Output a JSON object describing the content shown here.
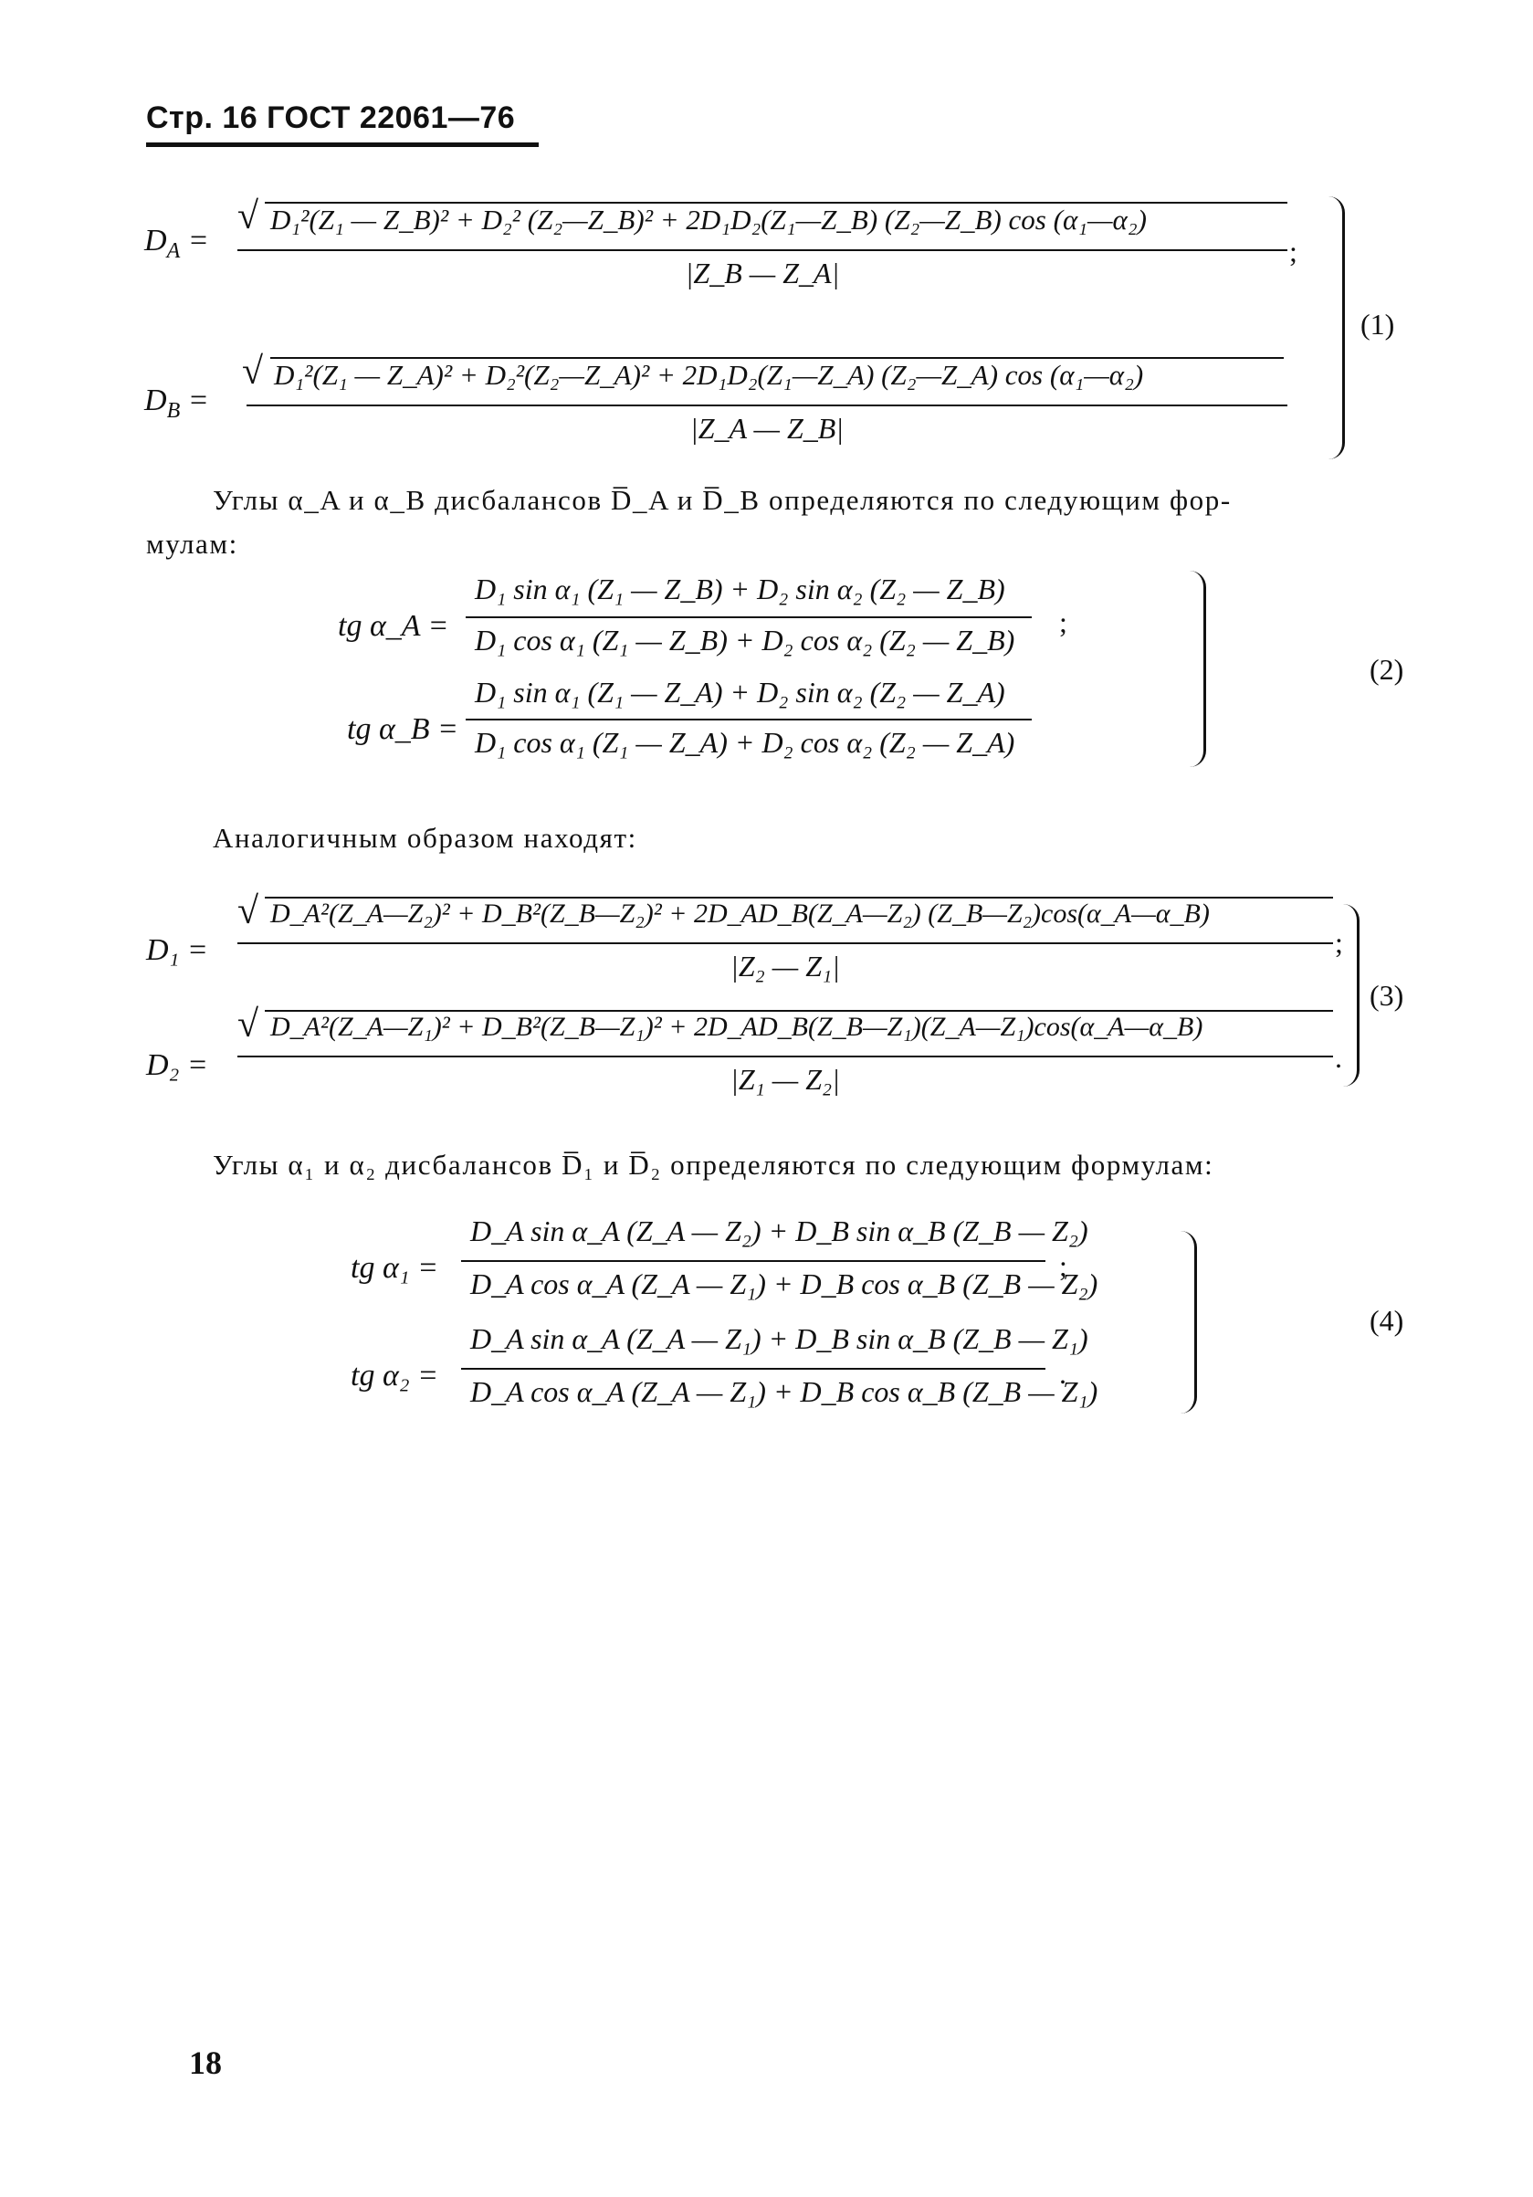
{
  "header": {
    "text": "Стр. 16 ГОСТ 22061—76"
  },
  "eq1": {
    "lhs_a": "D",
    "lhs_a_sub": "A",
    "num_a": "D₁²(Z₁ — Z_B)² + D₂² (Z₂—Z_B)² + 2D₁D₂(Z₁—Z_B) (Z₂—Z_B) cos (α₁—α₂)",
    "den_a": "|Z_B — Z_A|",
    "lhs_b": "D",
    "lhs_b_sub": "B",
    "num_b": "D₁²(Z₁ — Z_A)² + D₂²(Z₂—Z_A)² + 2D₁D₂(Z₁—Z_A) (Z₂—Z_A) cos (α₁—α₂)",
    "den_b": "|Z_A — Z_B|",
    "number": "(1)"
  },
  "text1": {
    "line1": "Углы α_A и α_B дисбалансов D̅_A и D̅_B определяются по следующим фор-",
    "line2": "мулам:"
  },
  "eq2": {
    "lhs_a": "tg α_A =",
    "num_a": "D₁ sin α₁ (Z₁ — Z_B) + D₂ sin α₂ (Z₂ — Z_B)",
    "den_a": "D₁ cos α₁ (Z₁ — Z_B) + D₂ cos α₂ (Z₂ — Z_B)",
    "lhs_b": "tg α_B =",
    "num_b": "D₁ sin α₁ (Z₁ — Z_A) + D₂ sin α₂ (Z₂ — Z_A)",
    "den_b": "D₁ cos α₁ (Z₁ — Z_A) + D₂ cos α₂ (Z₂ — Z_A)",
    "number": "(2)"
  },
  "text2": {
    "line1": "Аналогичным образом находят:"
  },
  "eq3": {
    "lhs_a": "D₁ =",
    "num_a": "D_A²(Z_A—Z₂)² + D_B²(Z_B—Z₂)² + 2D_AD_B(Z_A—Z₂) (Z_B—Z₂)cos(α_A—α_B)",
    "den_a": "|Z₂ — Z₁|",
    "lhs_b": "D₂ =",
    "num_b": "D_A²(Z_A—Z₁)² + D_B²(Z_B—Z₁)² + 2D_AD_B(Z_B—Z₁)(Z_A—Z₁)cos(α_A—α_B)",
    "den_b": "|Z₁ — Z₂|",
    "number": "(3)"
  },
  "text3": {
    "line1": "Углы α₁ и α₂ дисбалансов D̅₁ и D̅₂ определяются по следующим формулам:"
  },
  "eq4": {
    "lhs_a": "tg α₁ =",
    "num_a": "D_A sin α_A (Z_A — Z₂) + D_B sin α_B (Z_B — Z₂)",
    "den_a": "D_A cos α_A (Z_A — Z₁) + D_B cos α_B (Z_B — Z₂)",
    "lhs_b": "tg α₂ =",
    "num_b": "D_A sin α_A (Z_A — Z₁) + D_B sin α_B (Z_B — Z₁)",
    "den_b": "D_A cos α_A (Z_A — Z₁) + D_B cos α_B (Z_B — Z₁)",
    "number": "(4)"
  },
  "footer": {
    "page_number": "18"
  }
}
